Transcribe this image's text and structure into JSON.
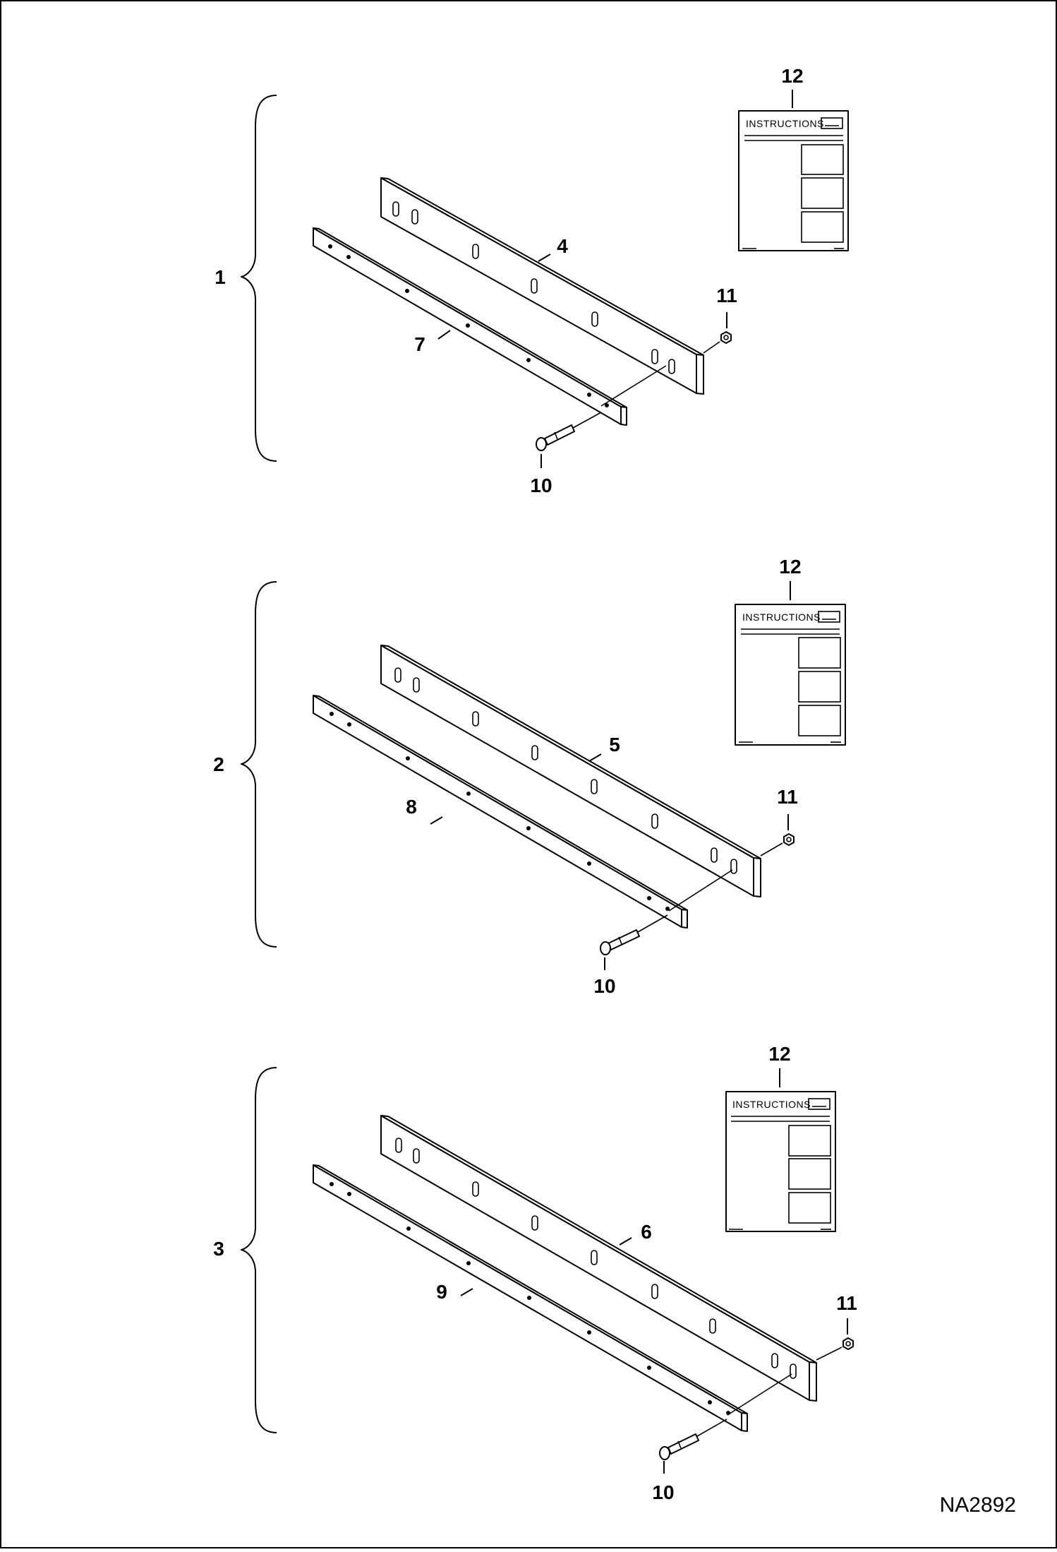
{
  "groups": [
    {
      "kit_number": "1",
      "bar_callout": "4",
      "strip_callout": "7",
      "instructions": {
        "callout": "12",
        "title": "INSTRUCTIONS"
      },
      "nut_callout": "11",
      "bolt_callout": "10"
    },
    {
      "kit_number": "2",
      "bar_callout": "5",
      "strip_callout": "8",
      "instructions": {
        "callout": "12",
        "title": "INSTRUCTIONS"
      },
      "nut_callout": "11",
      "bolt_callout": "10"
    },
    {
      "kit_number": "3",
      "bar_callout": "6",
      "strip_callout": "9",
      "instructions": {
        "callout": "12",
        "title": "INSTRUCTIONS"
      },
      "nut_callout": "11",
      "bolt_callout": "10"
    }
  ],
  "figure_id": "NA2892"
}
